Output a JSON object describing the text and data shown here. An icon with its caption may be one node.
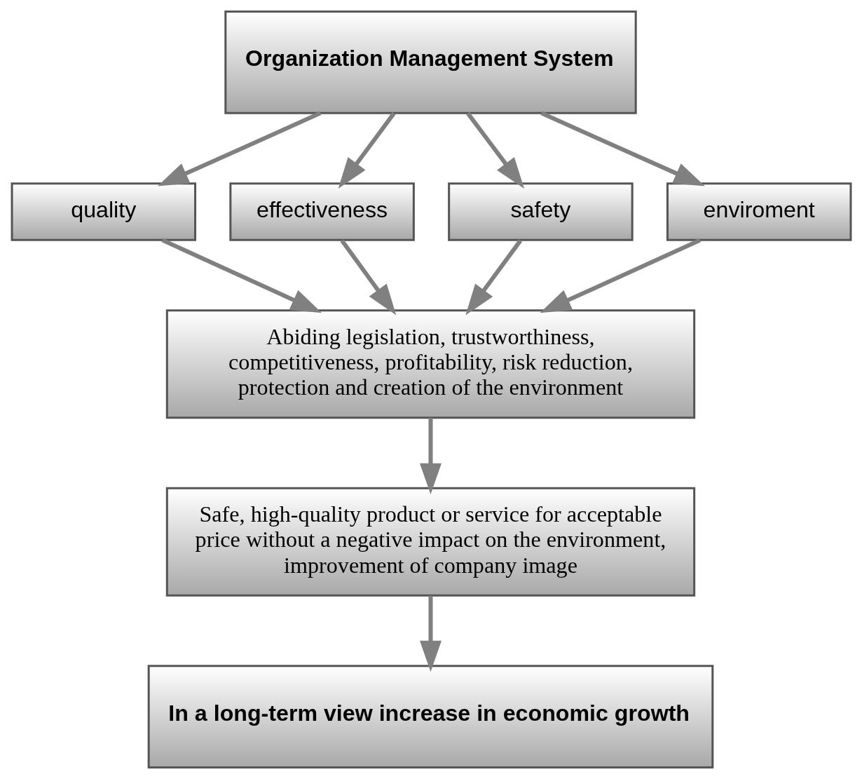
{
  "diagram": {
    "nodes": [
      {
        "text": [
          "Organization Management System"
        ]
      },
      {
        "text": [
          "quality"
        ]
      },
      {
        "text": [
          "effectiveness"
        ]
      },
      {
        "text": [
          "safety"
        ]
      },
      {
        "text": [
          "enviroment"
        ]
      },
      {
        "text": [
          "Abiding legislation, trustworthiness, competitiveness, profitability, risk reduction, protection and creation of the environment"
        ]
      },
      {
        "text": [
          "Safe, high-quality product or service for acceptable price without a negative impact on the environment, improvement of company image"
        ]
      },
      {
        "text": [
          "In a long-term view increase in economic growth"
        ]
      }
    ],
    "edges": [
      {
        "from": 0,
        "to": 1,
        "arrow": "to"
      },
      {
        "from": 0,
        "to": 2,
        "arrow": "to"
      },
      {
        "from": 0,
        "to": 3,
        "arrow": "to"
      },
      {
        "from": 0,
        "to": 4,
        "arrow": "to"
      },
      {
        "from": 1,
        "to": 5,
        "arrow": "to"
      },
      {
        "from": 2,
        "to": 5,
        "arrow": "to"
      },
      {
        "from": 3,
        "to": 5,
        "arrow": "to"
      },
      {
        "from": 4,
        "to": 5,
        "arrow": "to"
      },
      {
        "from": 5,
        "to": 6,
        "arrow": "to"
      },
      {
        "from": 6,
        "to": 7,
        "arrow": "to"
      }
    ]
  }
}
